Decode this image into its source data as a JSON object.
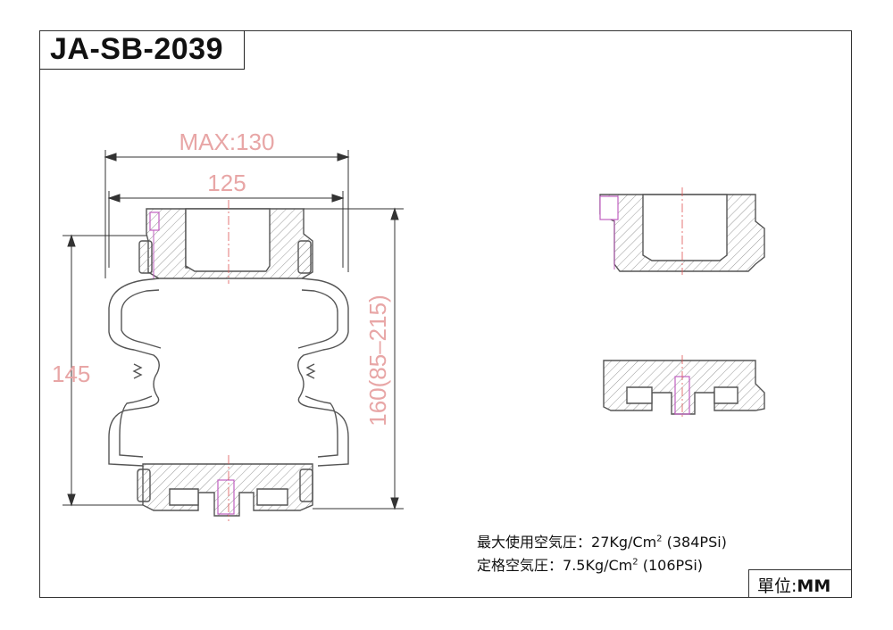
{
  "title": "JA-SB-2039",
  "dimensions": {
    "max_width": "MAX:130",
    "width": "125",
    "height_left": "145",
    "height_right": "160(85–215)"
  },
  "specs": {
    "max_pressure_label": "最大使用空気圧：",
    "max_pressure_value": "27Kg/Cm",
    "max_pressure_exp": "2",
    "max_pressure_psi": " (384PSi)",
    "rated_pressure_label": "定格空気圧：",
    "rated_pressure_value": "7.5Kg/Cm",
    "rated_pressure_exp": "2",
    "rated_pressure_psi": " (106PSi)"
  },
  "unit": {
    "label": "單位:",
    "value": "MM"
  },
  "colors": {
    "line": "#555555",
    "hatch": "#9a9a9a",
    "dimension_text": "#e8a6a6",
    "center_line": "#e05555",
    "insert": "#c060c0"
  }
}
